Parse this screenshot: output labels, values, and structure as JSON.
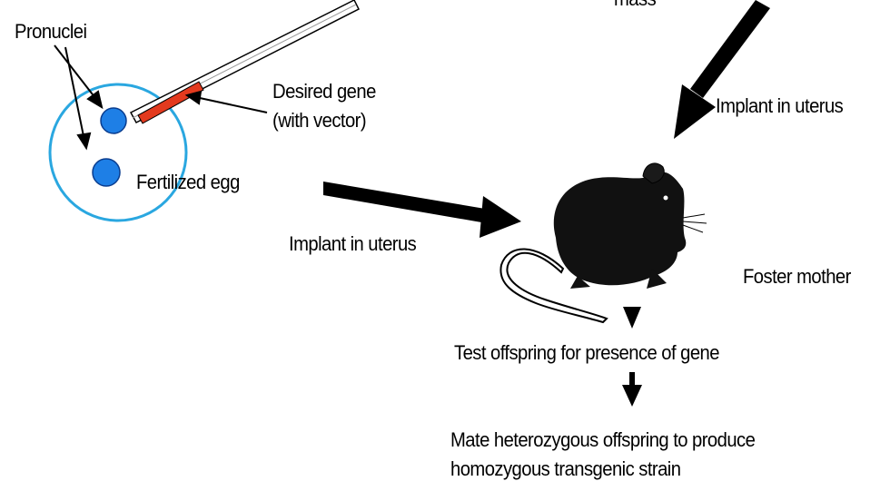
{
  "labels": {
    "top_cut_text": "mass",
    "pronuclei": "Pronuclei",
    "desired_gene_line1": "Desired gene",
    "desired_gene_line2": "(with vector)",
    "fertilized_egg": "Fertilized egg",
    "implant_left": "Implant in uterus",
    "implant_right": "Implant in uterus",
    "foster_mother": "Foster mother",
    "test_offspring": "Test offspring for presence of gene",
    "mate_line1": "Mate heterozygous offspring to produce",
    "mate_line2": "homozygous transgenic strain"
  },
  "colors": {
    "egg_outline": "#2aa7e0",
    "pronucleus_fill": "#1e7fe6",
    "gene_segment": "#e33a1e",
    "arrow": "#000000"
  }
}
